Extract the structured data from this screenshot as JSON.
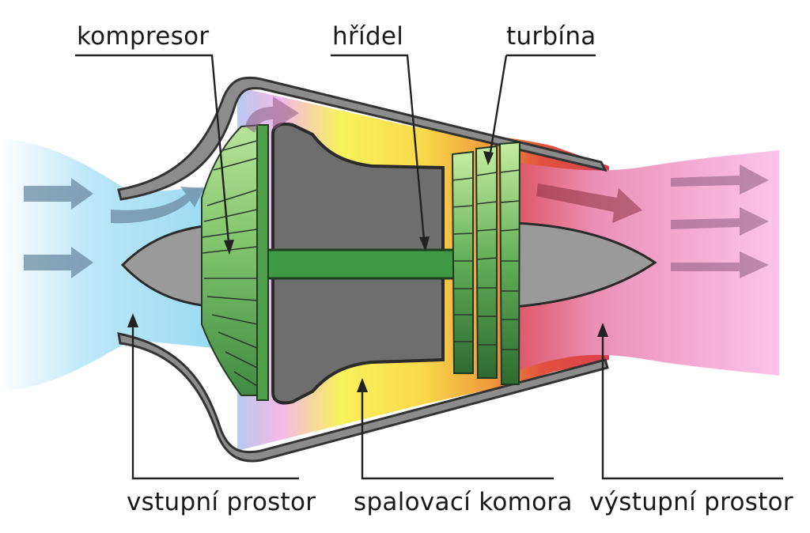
{
  "labels": {
    "compressor": "kompresor",
    "shaft": "hřídel",
    "turbine": "turbína",
    "intake": "vstupní prostor",
    "combustion_chamber": "spalovací komora",
    "exhaust": "výstupní prostor"
  },
  "colors": {
    "intake_air": "#8fd6f2",
    "hot_gas": "#d9404f",
    "exhaust_gas": "#f7a9dc",
    "combustion_yellow": "#f8ef4a",
    "casing": "#8c8c8c",
    "core": "#6e6e6e",
    "shaft": "#3f9a45"
  }
}
